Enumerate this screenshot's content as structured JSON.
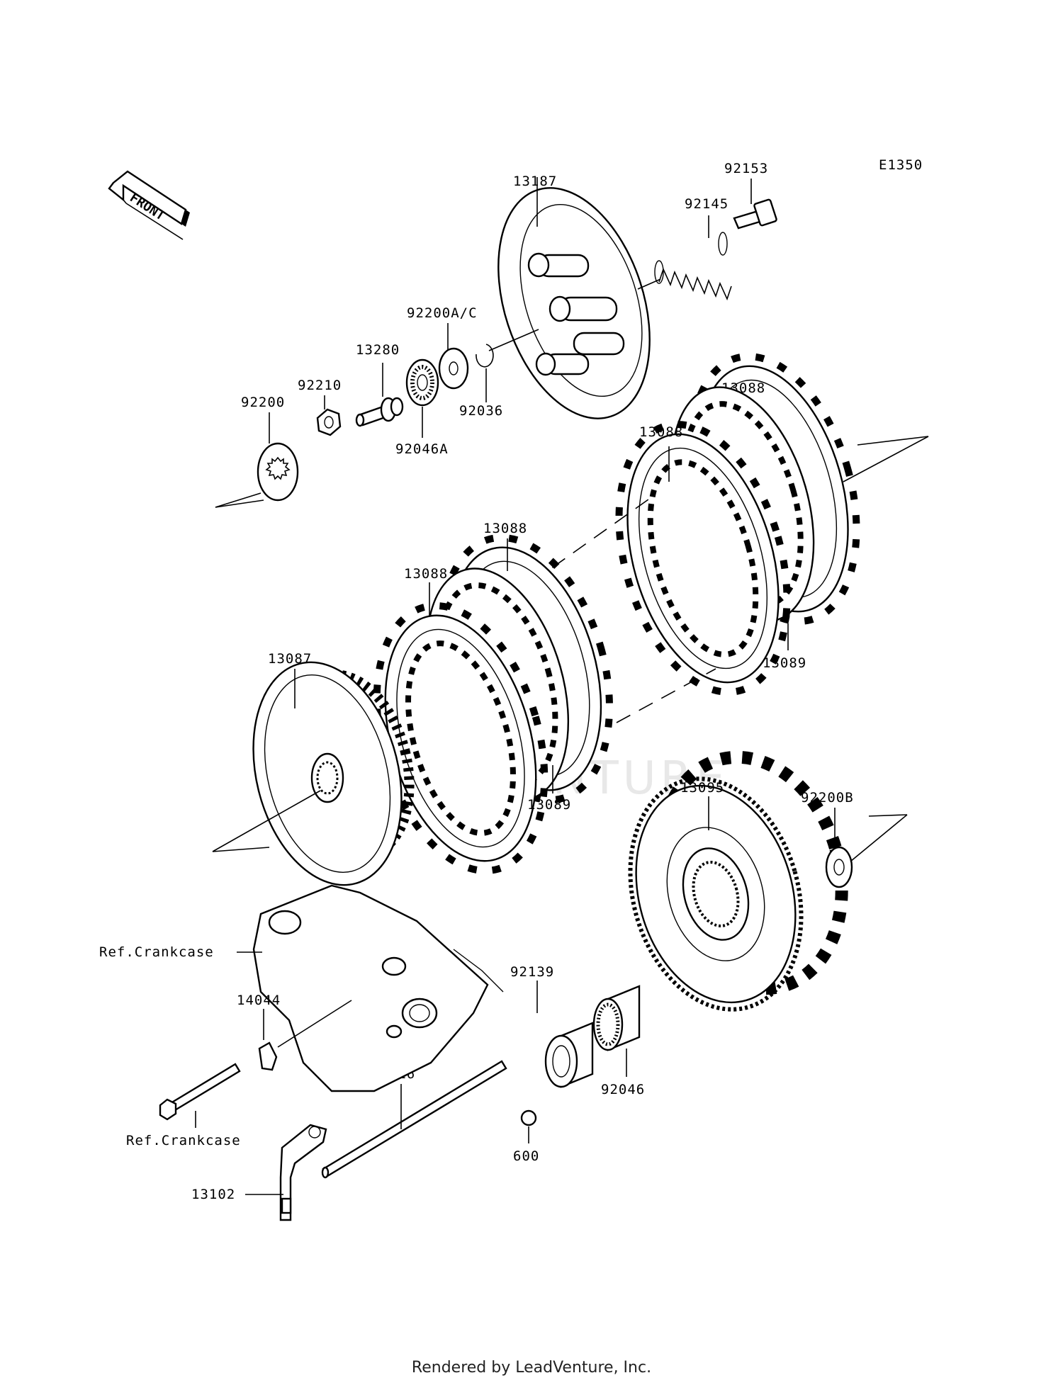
{
  "diagram": {
    "code": "E1350",
    "front_label": "FRONT",
    "watermark": "LEADVENTURE",
    "footer": "Rendered by LeadVenture, Inc.",
    "callouts": {
      "c13187": "13187",
      "c92153": "92153",
      "c92145": "92145",
      "c92200ac": "92200A/C",
      "c13280": "13280",
      "c92210": "92210",
      "c92200": "92200",
      "c92046a": "92046A",
      "c92036": "92036",
      "c13088a": "13088",
      "c13088b": "13088",
      "c13088c": "13088",
      "c13088d": "13088",
      "c13089a": "13089",
      "c13089b": "13089",
      "c13087": "13087",
      "c13095": "13095",
      "c92200b": "92200B",
      "c92139": "92139",
      "c92046": "92046",
      "c600": "600",
      "c13116": "13116",
      "c14044": "14044",
      "cref1": "Ref.Crankcase",
      "cref2": "Ref.Crankcase",
      "c13102": "13102"
    }
  }
}
